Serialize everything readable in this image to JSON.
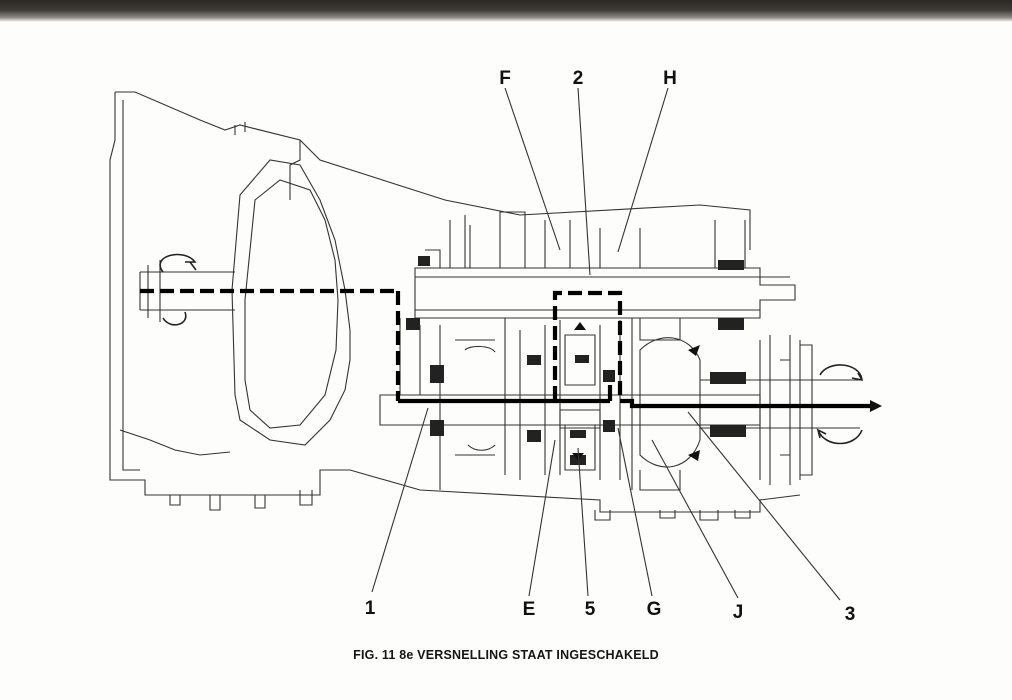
{
  "figure": {
    "caption": "FIG. 11  8e VERSNELLING STAAT INGESCHAKELD"
  },
  "labels": {
    "F": "F",
    "two": "2",
    "H": "H",
    "one": "1",
    "E": "E",
    "five": "5",
    "G": "G",
    "J": "J",
    "three": "3"
  }
}
